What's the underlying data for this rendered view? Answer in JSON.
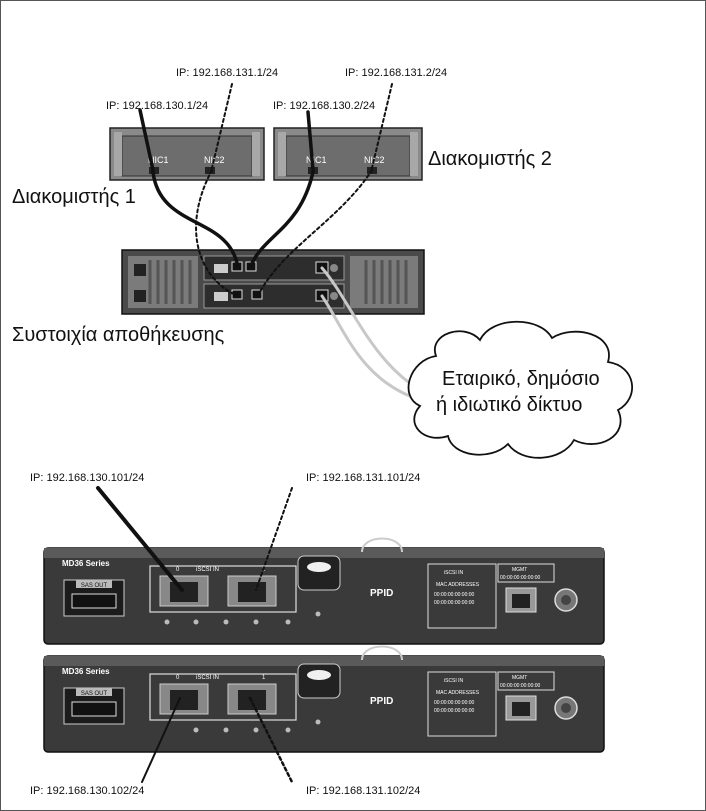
{
  "diagram": {
    "top": {
      "ip_labels": {
        "server1_nic1": "IP: 192.168.130.1/24",
        "server1_nic2": "IP: 192.168.131.1/24",
        "server2_nic1": "IP: 192.168.130.2/24",
        "server2_nic2": "IP: 192.168.131.2/24"
      },
      "server1_label": "Διακομιστής 1",
      "server2_label": "Διακομιστής 2",
      "nic1": "NIC1",
      "nic2": "NIC2",
      "storage_label": "Συστοιχία αποθήκευσης",
      "cloud_line1": "Εταιρικό, δημόσιο",
      "cloud_line2": "ή ιδιωτικό δίκτυο"
    },
    "bottom": {
      "ip_labels": {
        "ctrl0_port0": "IP: 192.168.130.101/24",
        "ctrl0_port1": "IP: 192.168.131.101/24",
        "ctrl1_port0": "IP: 192.168.130.102/24",
        "ctrl1_port1": "IP: 192.168.131.102/24"
      },
      "controller_title": "MD36 Series",
      "sas_out": "SAS OUT",
      "iscsi_in": "iSCSI IN",
      "port0": "0",
      "port1": "1",
      "ppid": "PPID",
      "mac_title": "MAC ADDRESSES",
      "mac_value": "00:00:00:00:00:00",
      "mgmt": "MGMT",
      "mgmt_mac": "00:00:00:00:00:00"
    }
  }
}
